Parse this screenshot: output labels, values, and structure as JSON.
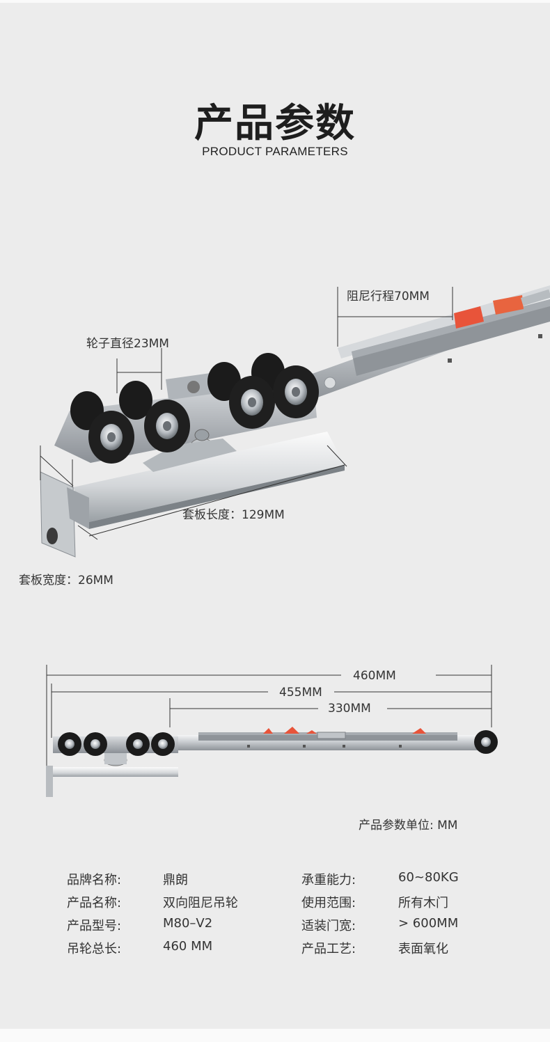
{
  "header": {
    "title_zh": "产品参数",
    "title_en": "PRODUCT PARAMETERS"
  },
  "diagram_top": {
    "damping_stroke": "阻尼行程70MM",
    "wheel_diameter": "轮子直径23MM",
    "sleeve_length": "套板长度：129MM",
    "sleeve_width": "套板宽度：26MM"
  },
  "diagram_bottom": {
    "dim_460": "460MM",
    "dim_455": "455MM",
    "dim_330": "330MM"
  },
  "unit_note": "产品参数单位: MM",
  "specs": {
    "left": [
      {
        "key": "品牌名称:",
        "value": "鼎朗"
      },
      {
        "key": "产品名称:",
        "value": "双向阻尼吊轮"
      },
      {
        "key": "产品型号:",
        "value": "M80–V2"
      },
      {
        "key": "吊轮总长:",
        "value": "460 MM"
      }
    ],
    "right": [
      {
        "key": "承重能力:",
        "value": "60~80KG"
      },
      {
        "key": "使用范围:",
        "value": "所有木门"
      },
      {
        "key": "适装门宽:",
        "value": "> 600MM"
      },
      {
        "key": "产品工艺:",
        "value": "表面氧化"
      }
    ]
  },
  "colors": {
    "background": "#ececec",
    "accent_orange": "#e8543a",
    "wheel_black": "#1b1b1b",
    "metal": "#c9cdd1"
  }
}
